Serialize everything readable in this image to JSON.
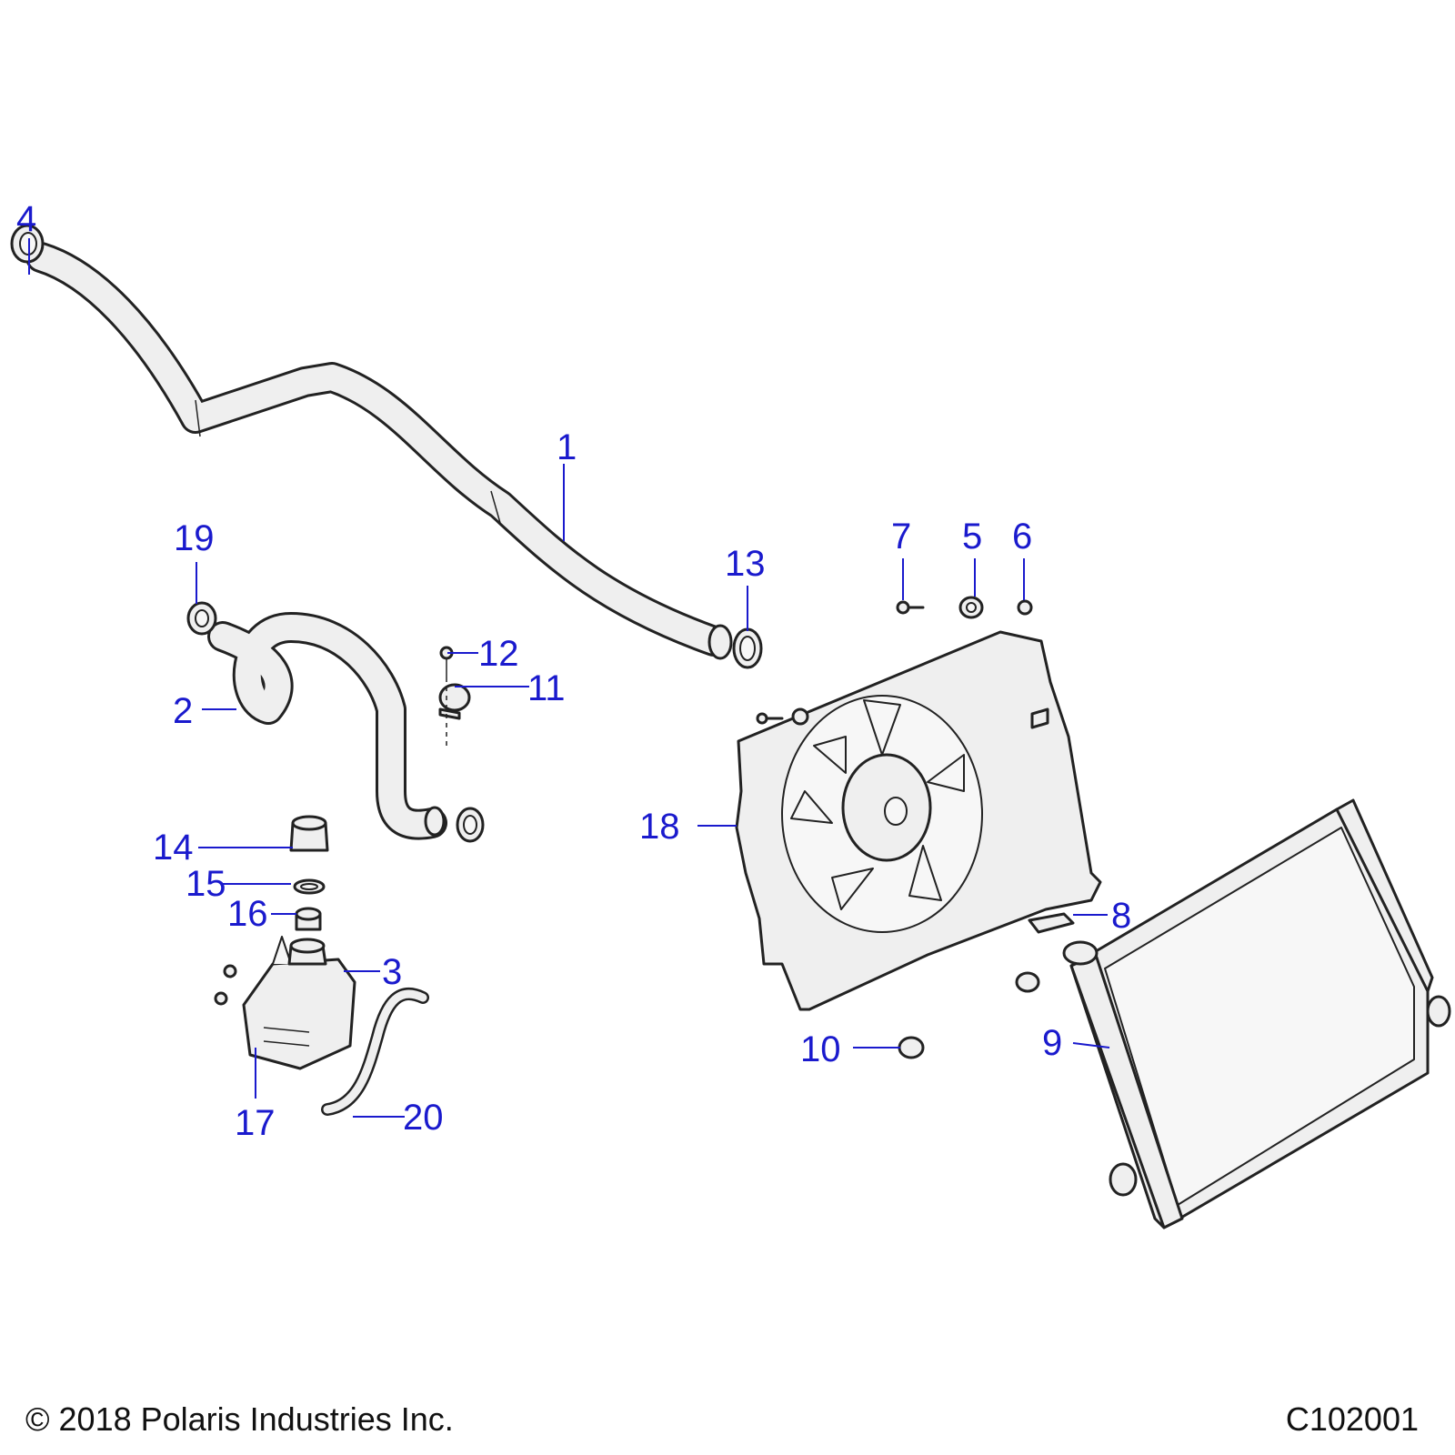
{
  "footer": {
    "copyright": "© 2018 Polaris Industries Inc.",
    "drawing_id": "C102001"
  },
  "callouts": [
    "1",
    "2",
    "3",
    "4",
    "5",
    "6",
    "7",
    "8",
    "9",
    "10",
    "11",
    "12",
    "13",
    "14",
    "15",
    "16",
    "17",
    "18",
    "19",
    "20"
  ],
  "colors": {
    "callout": "#1a1acd",
    "linework": "#222222",
    "part_fill": "#efefef"
  }
}
